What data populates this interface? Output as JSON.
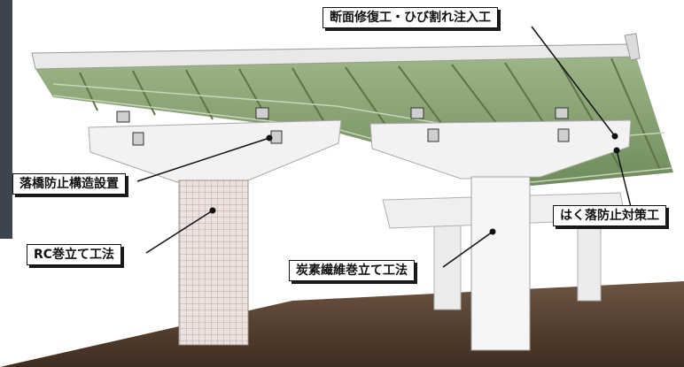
{
  "labels": {
    "cross_section_repair": "断面修復工・ひび割れ注入工",
    "fall_prevention_structure": "落橋防止構造設置",
    "rc_jacketing": "RC巻立て工法",
    "carbon_fiber_jacketing": "炭素繊維巻立て工法",
    "spalling_prevention": "はく落防止対策工"
  },
  "colors": {
    "girder": "#8aa772",
    "deck": "#e9eae8",
    "pier": "#f3f3f3",
    "rc_mesh": "#b9a7a4",
    "ground": "#4e3a2c",
    "ink": "#111111"
  }
}
